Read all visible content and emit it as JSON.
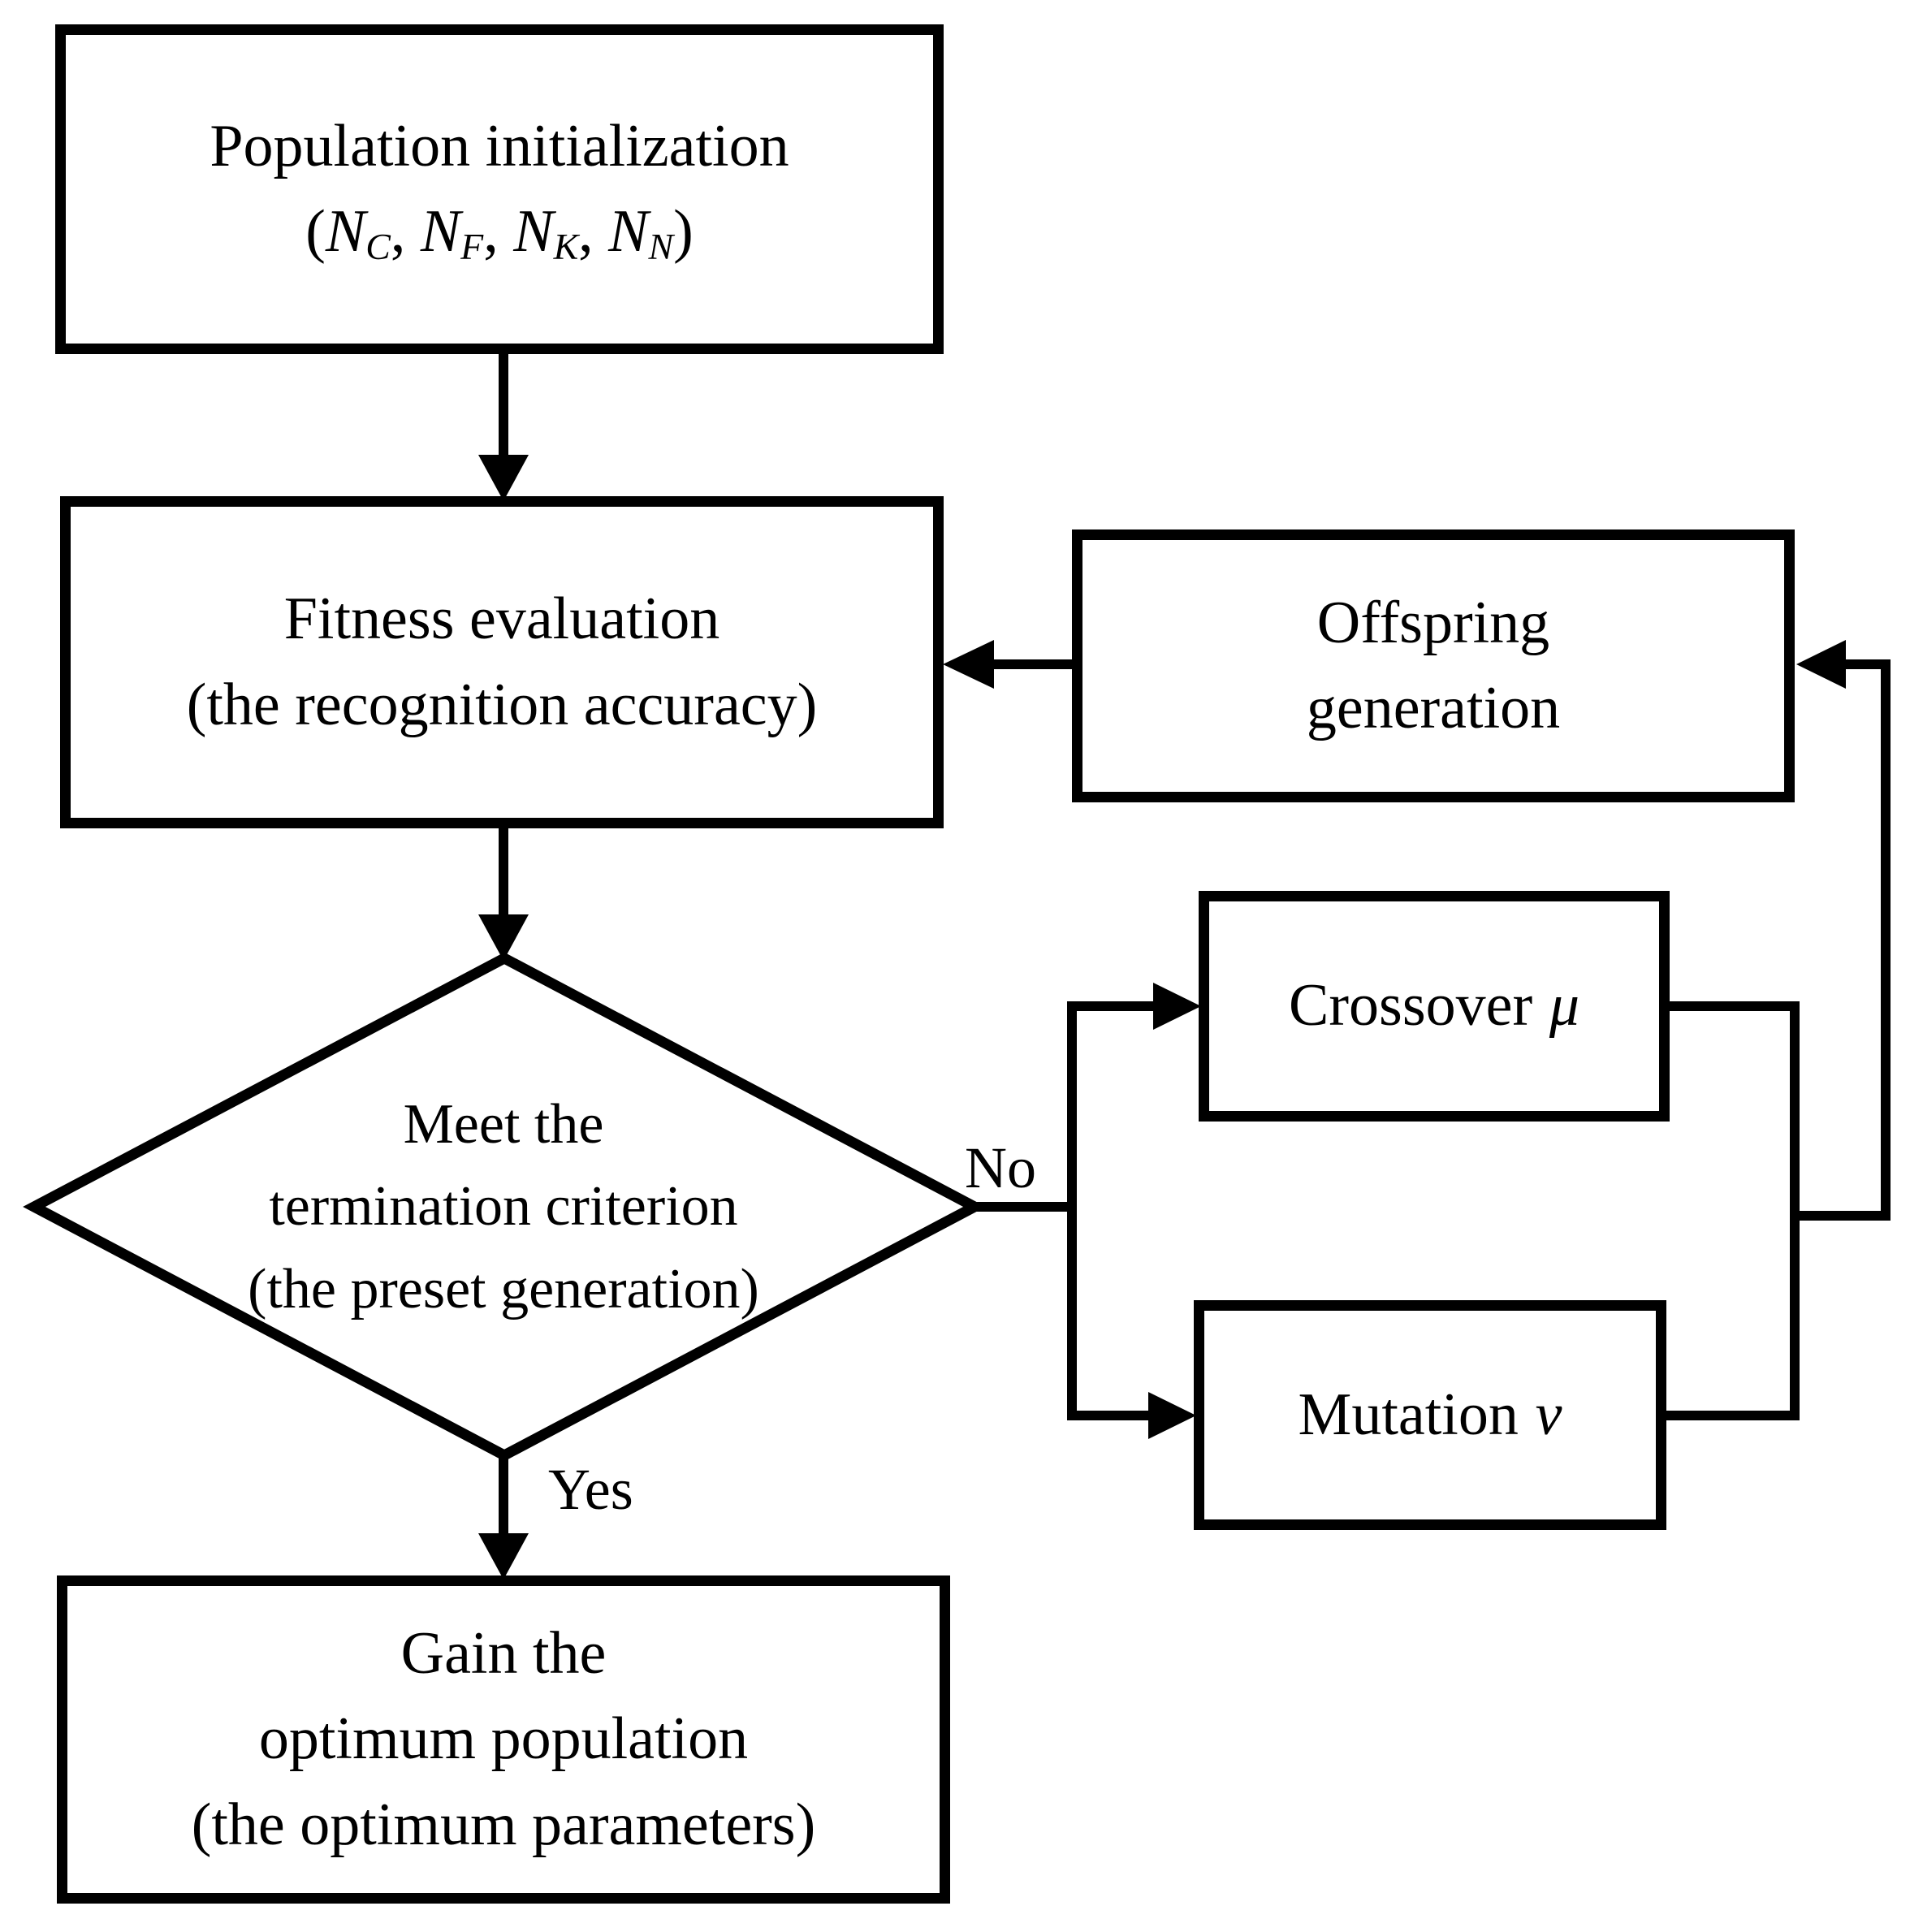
{
  "diagram": {
    "background": "#ffffff",
    "stroke_color": "#000000",
    "node_fill": "#ffffff"
  },
  "nodes": {
    "population": {
      "lines": [
        "Population initialization"
      ],
      "params": {
        "open": "(",
        "close": ")",
        "separator": ", ",
        "items": [
          {
            "base": "N",
            "sub": "C"
          },
          {
            "base": "N",
            "sub": "F"
          },
          {
            "base": "N",
            "sub": "K"
          },
          {
            "base": "N",
            "sub": "N"
          }
        ]
      }
    },
    "fitness": {
      "lines": [
        "Fitness evaluation",
        "(the recognition accuracy)"
      ]
    },
    "offspring": {
      "lines": [
        "Offspring",
        "generation"
      ]
    },
    "decision": {
      "lines": [
        "Meet the",
        "termination criterion",
        "(the preset generation)"
      ]
    },
    "crossover": {
      "label": "Crossover",
      "symbol": "μ"
    },
    "mutation": {
      "label": "Mutation",
      "symbol": "v"
    },
    "gain": {
      "lines": [
        "Gain the",
        "optimum population",
        "(the optimum parameters)"
      ]
    }
  },
  "edges": {
    "yes_label": "Yes",
    "no_label": "No"
  }
}
